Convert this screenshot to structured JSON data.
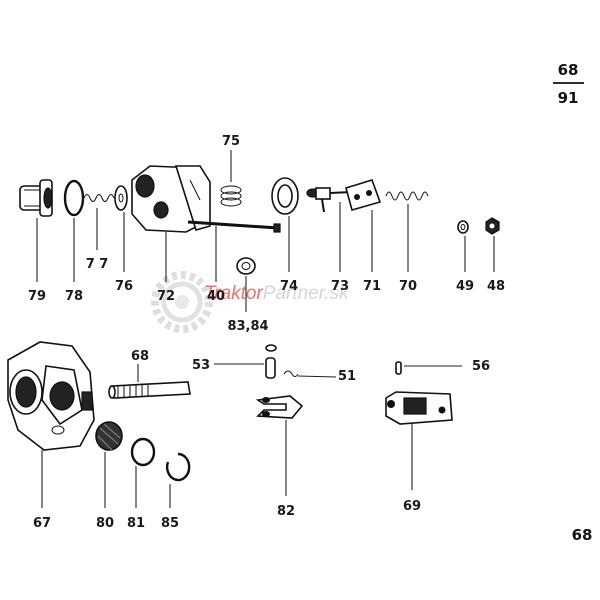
{
  "page": {
    "section": "68",
    "page": "91",
    "footer": "68"
  },
  "watermark": {
    "prefix": "Traktor",
    "suffix": "Partner.sk"
  },
  "colors": {
    "ink": "#111111",
    "watermark_red": "#e25a5a",
    "watermark_gray": "#cfcfcf"
  },
  "labels": {
    "p79": "79",
    "p78": "78",
    "p77": "7 7",
    "p76": "76",
    "p75": "75",
    "p72": "72",
    "p40": "40",
    "p8384": "83,84",
    "p74": "74",
    "p73": "73",
    "p71": "71",
    "p70": "70",
    "p49": "49",
    "p48": "48",
    "p68": "68",
    "p53": "53",
    "p51": "51",
    "p56": "56",
    "p67": "67",
    "p80": "80",
    "p81": "81",
    "p85": "85",
    "p82": "82",
    "p69": "69"
  }
}
